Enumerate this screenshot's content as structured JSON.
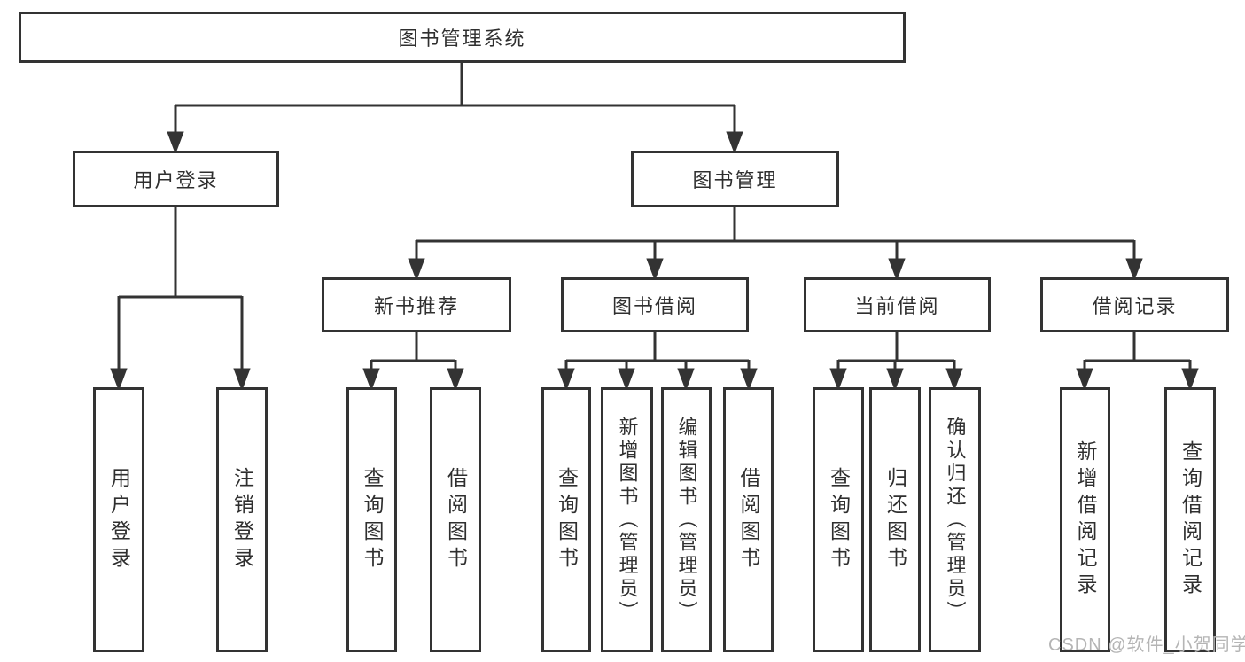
{
  "diagram": {
    "root": {
      "label": "图书管理系统"
    },
    "level2": [
      {
        "label": "用户登录",
        "leaves": [
          "用户登录",
          "注销登录"
        ]
      },
      {
        "label": "图书管理",
        "groups": [
          {
            "label": "新书推荐",
            "leaves": [
              "查询图书",
              "借阅图书"
            ]
          },
          {
            "label": "图书借阅",
            "leaves": [
              "查询图书",
              "新增图书（管理员）",
              "编辑图书（管理员）",
              "借阅图书"
            ]
          },
          {
            "label": "当前借阅",
            "leaves": [
              "查询图书",
              "归还图书",
              "确认归还（管理员）"
            ]
          },
          {
            "label": "借阅记录",
            "leaves": [
              "新增借阅记录",
              "查询借阅记录"
            ]
          }
        ]
      }
    ]
  },
  "watermark": {
    "text": "CSDN @软件_小贺同学"
  },
  "colors": {
    "line": "#333333",
    "text": "#2f2f2f",
    "watermark": "#b5b5b5",
    "background": "#ffffff"
  }
}
